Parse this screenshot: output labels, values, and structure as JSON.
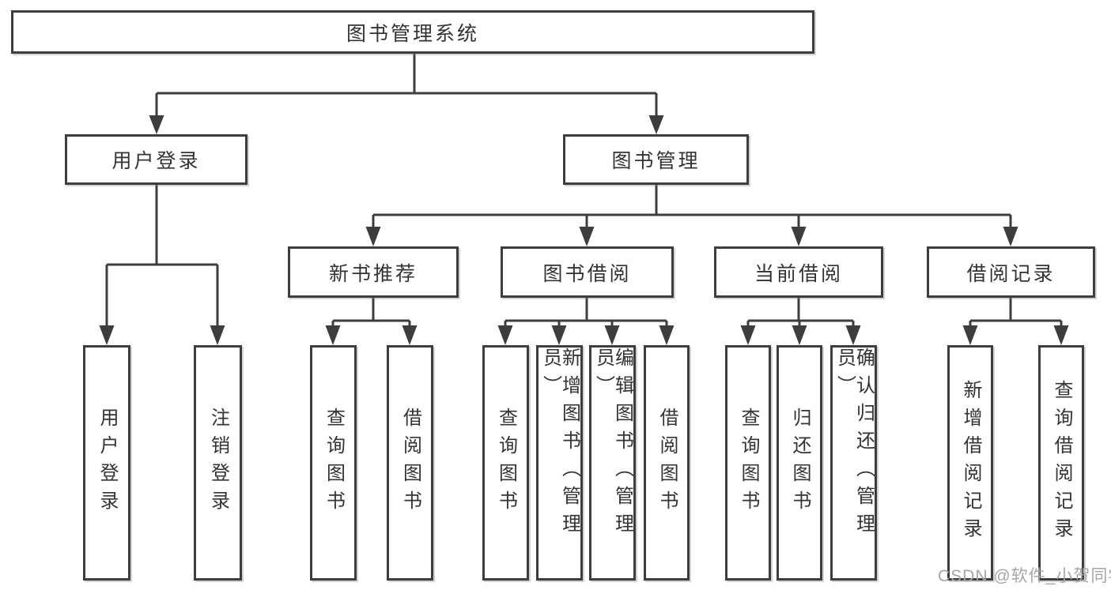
{
  "colors": {
    "line": "#3d3d3d",
    "text": "#333333",
    "watermark": "#a6a6a6",
    "background": "#ffffff"
  },
  "watermark": "CSDN @软件_小贺同学",
  "diagram": {
    "root": {
      "label": "图书管理系统"
    },
    "branches": [
      {
        "label": "用户登录",
        "children": [
          {
            "label": "用户登录"
          },
          {
            "label": "注销登录"
          }
        ]
      },
      {
        "label": "图书管理",
        "children": [
          {
            "label": "新书推荐",
            "children": [
              {
                "label": "查询图书"
              },
              {
                "label": "借阅图书"
              }
            ]
          },
          {
            "label": "图书借阅",
            "children": [
              {
                "label": "查询图书"
              },
              {
                "label": "新增图书（管理员）"
              },
              {
                "label": "编辑图书（管理员）"
              },
              {
                "label": "借阅图书"
              }
            ]
          },
          {
            "label": "当前借阅",
            "children": [
              {
                "label": "查询图书"
              },
              {
                "label": "归还图书"
              },
              {
                "label": "确认归还（管理员）"
              }
            ]
          },
          {
            "label": "借阅记录",
            "children": [
              {
                "label": "新增借阅记录"
              },
              {
                "label": "查询借阅记录"
              }
            ]
          }
        ]
      }
    ]
  }
}
